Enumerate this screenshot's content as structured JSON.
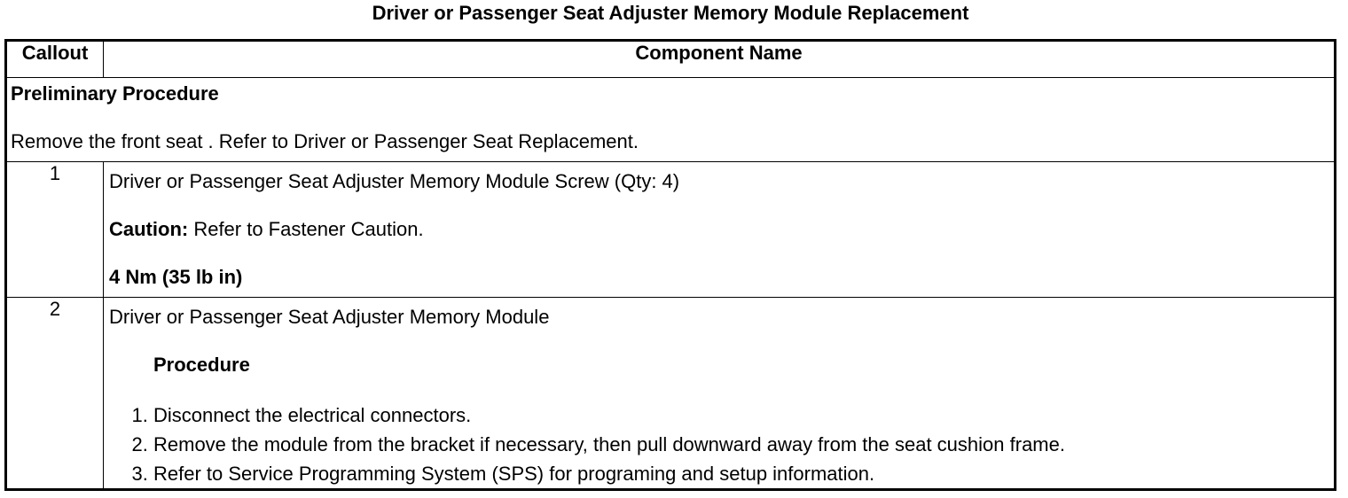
{
  "document": {
    "title": "Driver or Passenger Seat Adjuster Memory Module Replacement"
  },
  "table": {
    "headers": {
      "callout": "Callout",
      "component": "Component Name"
    },
    "preliminary": {
      "title": "Preliminary Procedure",
      "text": "Remove the front seat . Refer to Driver or Passenger Seat Replacement."
    },
    "rows": [
      {
        "callout": "1",
        "name": "Driver or Passenger Seat Adjuster Memory Module Screw (Qty: 4)",
        "caution_label": "Caution:",
        "caution_text": " Refer to Fastener Caution.",
        "torque": "4 Nm (35 lb in)"
      },
      {
        "callout": "2",
        "name": "Driver or Passenger Seat Adjuster Memory Module",
        "procedure_title": "Procedure",
        "steps": [
          "Disconnect the electrical connectors.",
          "Remove the module from the bracket if necessary, then pull downward away from the seat cushion frame.",
          "Refer to Service Programming System (SPS) for programing and setup information."
        ]
      }
    ]
  }
}
